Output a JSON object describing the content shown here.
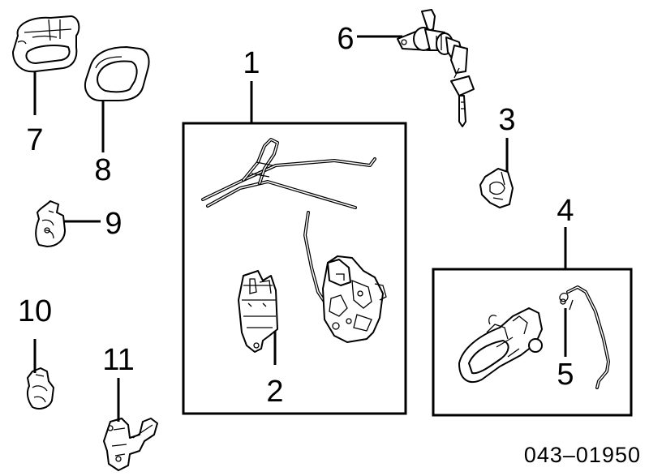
{
  "callouts": {
    "c1": "1",
    "c2": "2",
    "c3": "3",
    "c4": "4",
    "c5": "5",
    "c6": "6",
    "c7": "7",
    "c8": "8",
    "c9": "9",
    "c10": "10",
    "c11": "11"
  },
  "diagram_code": "043–01950",
  "colors": {
    "ink": "#000000",
    "paper": "#ffffff"
  }
}
